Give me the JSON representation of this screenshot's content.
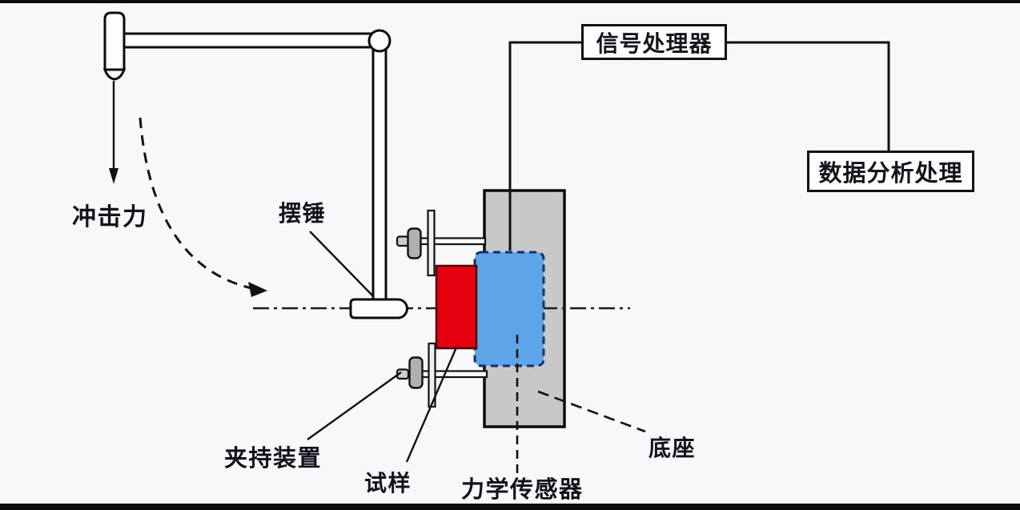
{
  "labels": {
    "impact_force": "冲击力",
    "pendulum": "摆锤",
    "signal_processor": "信号处理器",
    "data_analysis": "数据分析处理",
    "clamp_device": "夹持装置",
    "specimen": "试样",
    "force_sensor": "力学传感器",
    "base": "底座"
  },
  "colors": {
    "specimen_red": "#e4000f",
    "sensor_blue": "#5ea4e8",
    "sensor_border_navy": "#12306b",
    "base_gray": "#c8c8c8",
    "metal_gray": "#b0b0b0",
    "line_black": "#111111",
    "background": "#f7f8fa"
  }
}
